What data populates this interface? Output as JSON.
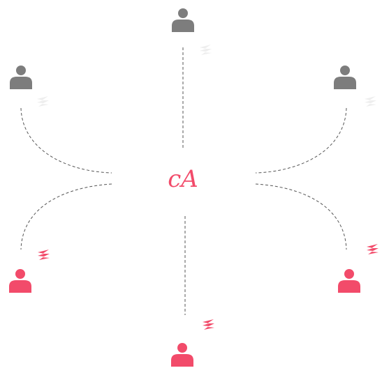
{
  "diagram": {
    "center_logo": {
      "text": "cA",
      "color": "#f24b6a"
    },
    "colors": {
      "inactive": "#7d7d7d",
      "active": "#f24b6a",
      "inactive_badge": "#eeeeee",
      "connector": "#555555"
    },
    "nodes": [
      {
        "id": "top",
        "state": "inactive",
        "icon": "user-icon",
        "badge_icon": "wave-badge-icon"
      },
      {
        "id": "upper-left",
        "state": "inactive",
        "icon": "user-icon",
        "badge_icon": "wave-badge-icon"
      },
      {
        "id": "upper-right",
        "state": "inactive",
        "icon": "user-icon",
        "badge_icon": "wave-badge-icon"
      },
      {
        "id": "lower-left",
        "state": "active",
        "icon": "user-icon",
        "badge_icon": "wave-badge-icon"
      },
      {
        "id": "lower-right",
        "state": "active",
        "icon": "user-icon",
        "badge_icon": "wave-badge-icon"
      },
      {
        "id": "bottom",
        "state": "active",
        "icon": "user-icon",
        "badge_icon": "wave-badge-icon"
      }
    ]
  }
}
